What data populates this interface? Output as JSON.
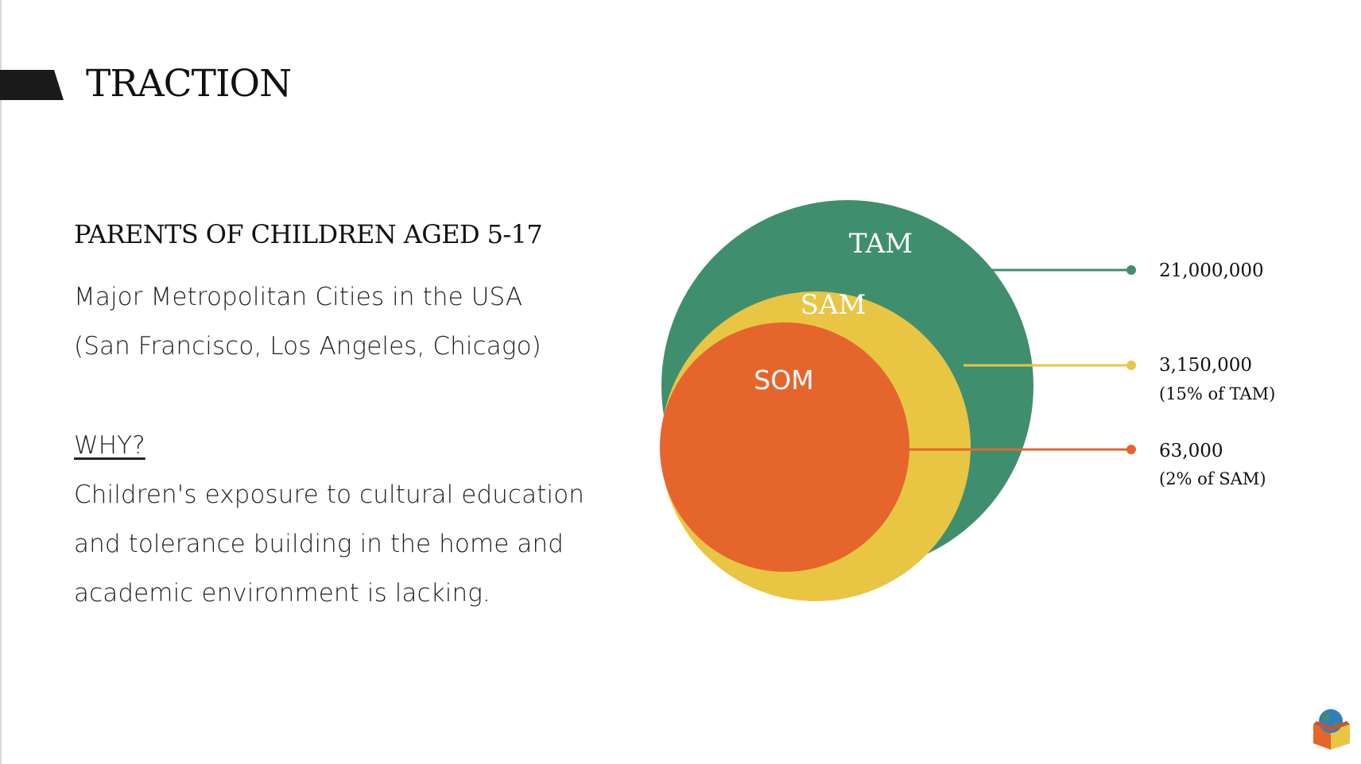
{
  "slide": {
    "title": "TRACTION",
    "subtitle": "PARENTS OF CHILDREN AGED 5-17",
    "market_line_1": "Major Metropolitan Cities in the USA",
    "market_line_2": "(San Francisco, Los Angeles, Chicago)",
    "why_heading": "WHY?",
    "why_line_1": "Children's exposure to cultural education",
    "why_line_2": "and tolerance building in the home and",
    "why_line_3": "academic environment is lacking."
  },
  "diagram": {
    "tam": {
      "label": "TAM",
      "value": "21,000,000",
      "color": "#3f8f6e"
    },
    "sam": {
      "label": "SAM",
      "value": "3,150,000",
      "note": "(15% of TAM)",
      "color": "#e9c544"
    },
    "som": {
      "label": "SOM",
      "value": "63,000",
      "note": "(2% of SAM)",
      "color": "#e5652c"
    }
  },
  "colors": {
    "title_bar": "#1a1a1a",
    "logo": [
      "#3f8f6e",
      "#e9c544",
      "#e5652c"
    ]
  },
  "icons": {
    "logo": "globe-box-logo-icon"
  }
}
